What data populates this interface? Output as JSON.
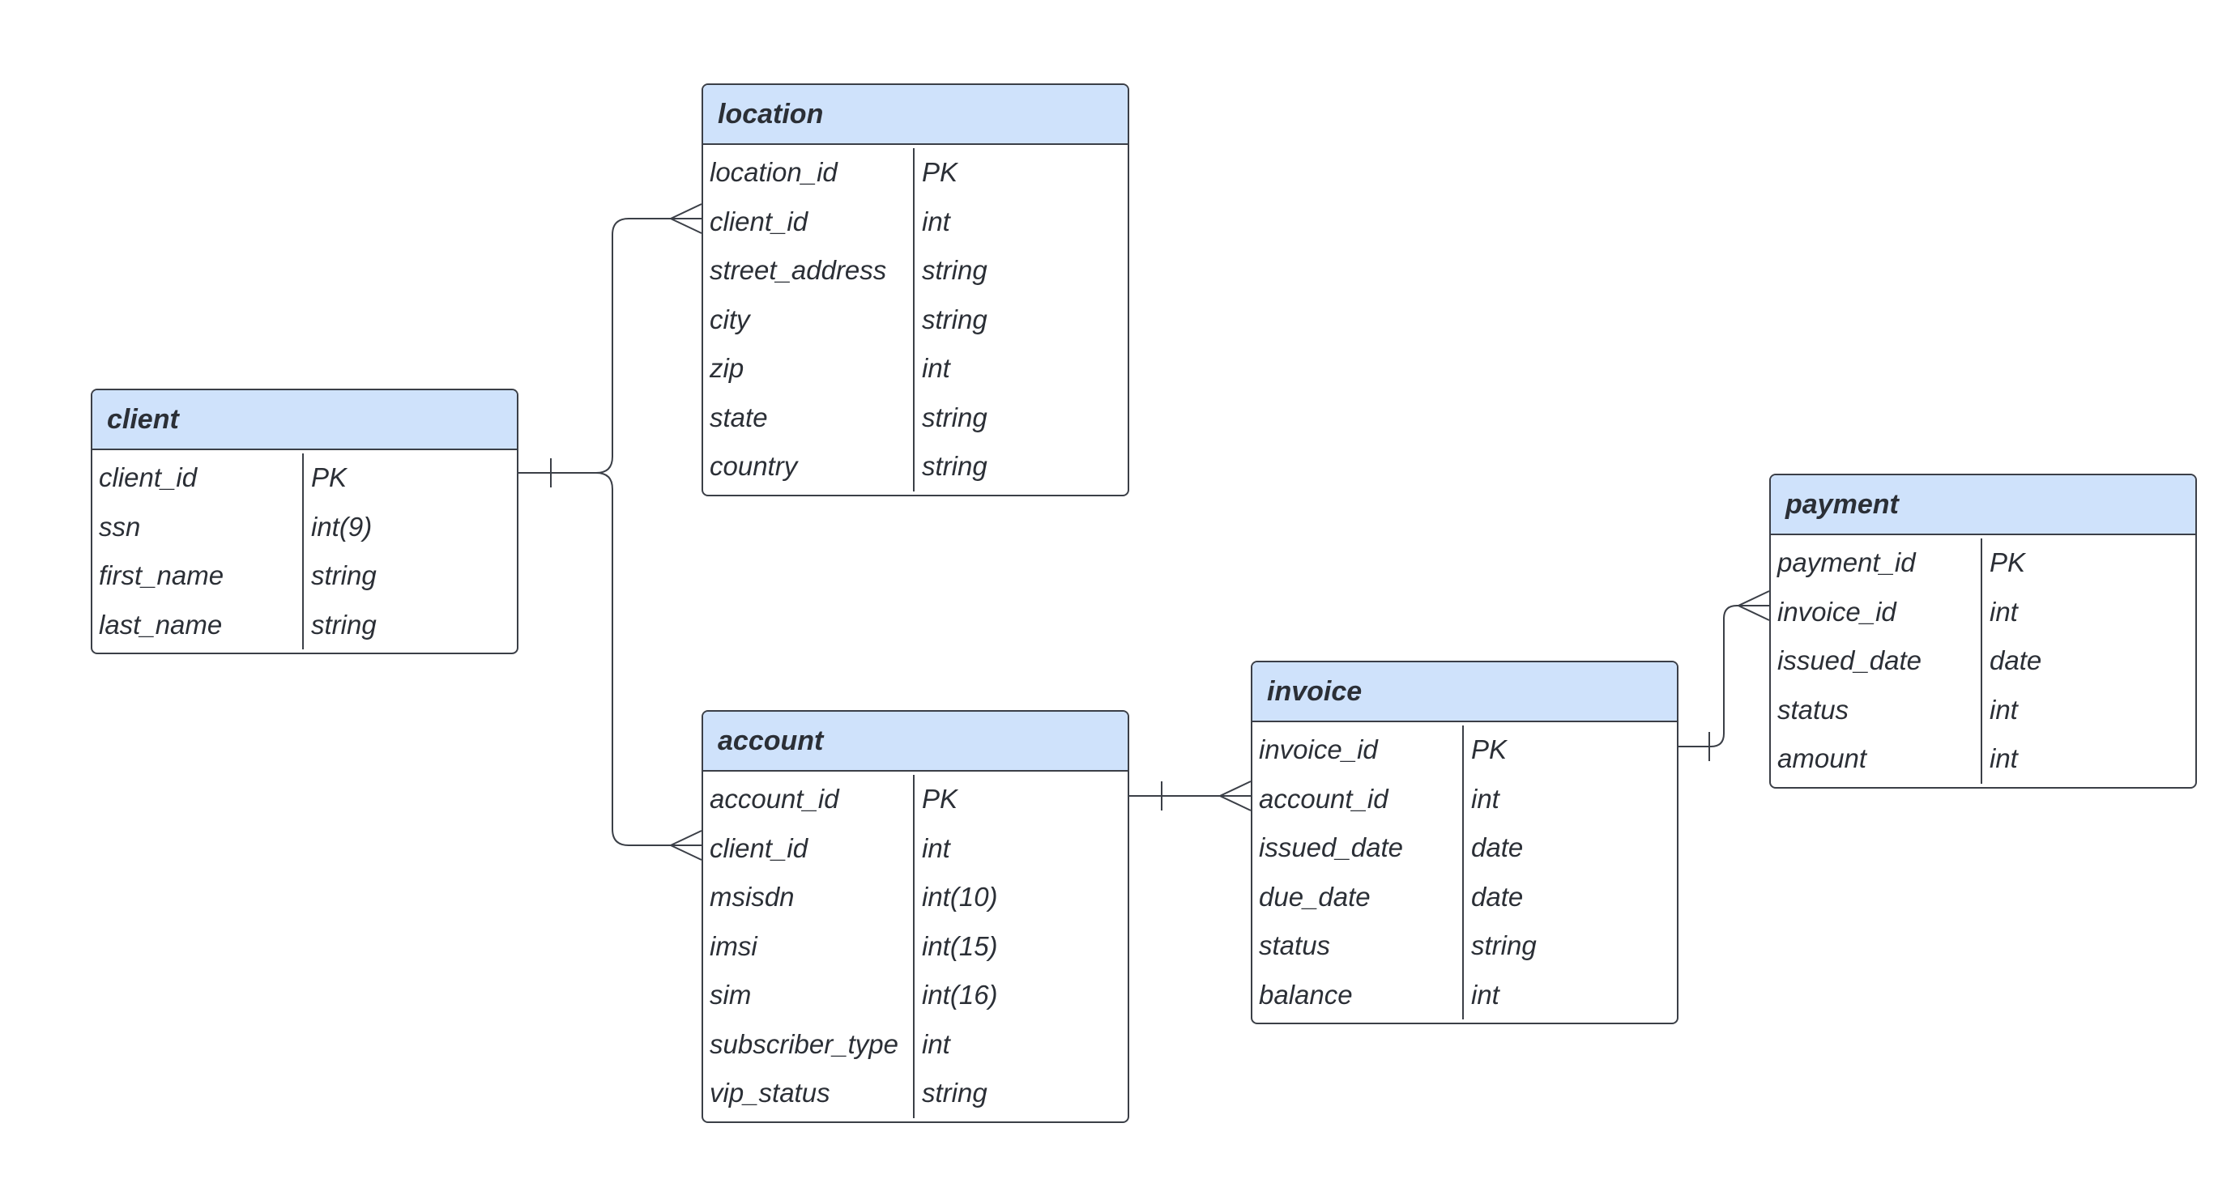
{
  "entities": {
    "client": {
      "name": "client",
      "fields": [
        {
          "name": "client_id",
          "type": "PK"
        },
        {
          "name": "ssn",
          "type": "int(9)"
        },
        {
          "name": "first_name",
          "type": "string"
        },
        {
          "name": "last_name",
          "type": "string"
        }
      ]
    },
    "location": {
      "name": "location",
      "fields": [
        {
          "name": "location_id",
          "type": "PK"
        },
        {
          "name": "client_id",
          "type": "int"
        },
        {
          "name": "street_address",
          "type": "string"
        },
        {
          "name": "city",
          "type": "string"
        },
        {
          "name": "zip",
          "type": "int"
        },
        {
          "name": "state",
          "type": "string"
        },
        {
          "name": "country",
          "type": "string"
        }
      ]
    },
    "account": {
      "name": "account",
      "fields": [
        {
          "name": "account_id",
          "type": "PK"
        },
        {
          "name": "client_id",
          "type": "int"
        },
        {
          "name": "msisdn",
          "type": "int(10)"
        },
        {
          "name": "imsi",
          "type": "int(15)"
        },
        {
          "name": "sim",
          "type": "int(16)"
        },
        {
          "name": "subscriber_type",
          "type": "int"
        },
        {
          "name": "vip_status",
          "type": "string"
        }
      ]
    },
    "invoice": {
      "name": "invoice",
      "fields": [
        {
          "name": "invoice_id",
          "type": "PK"
        },
        {
          "name": "account_id",
          "type": "int"
        },
        {
          "name": "issued_date",
          "type": "date"
        },
        {
          "name": "due_date",
          "type": "date"
        },
        {
          "name": "status",
          "type": "string"
        },
        {
          "name": "balance",
          "type": "int"
        }
      ]
    },
    "payment": {
      "name": "payment",
      "fields": [
        {
          "name": "payment_id",
          "type": "PK"
        },
        {
          "name": "invoice_id",
          "type": "int"
        },
        {
          "name": "issued_date",
          "type": "date"
        },
        {
          "name": "status",
          "type": "int"
        },
        {
          "name": "amount",
          "type": "int"
        }
      ]
    }
  },
  "relationships": [
    {
      "from": "client",
      "to": "location",
      "from_cardinality": "one",
      "to_cardinality": "many"
    },
    {
      "from": "client",
      "to": "account",
      "from_cardinality": "one",
      "to_cardinality": "many"
    },
    {
      "from": "account",
      "to": "invoice",
      "from_cardinality": "one",
      "to_cardinality": "many"
    },
    {
      "from": "invoice",
      "to": "payment",
      "from_cardinality": "one",
      "to_cardinality": "many"
    }
  ]
}
